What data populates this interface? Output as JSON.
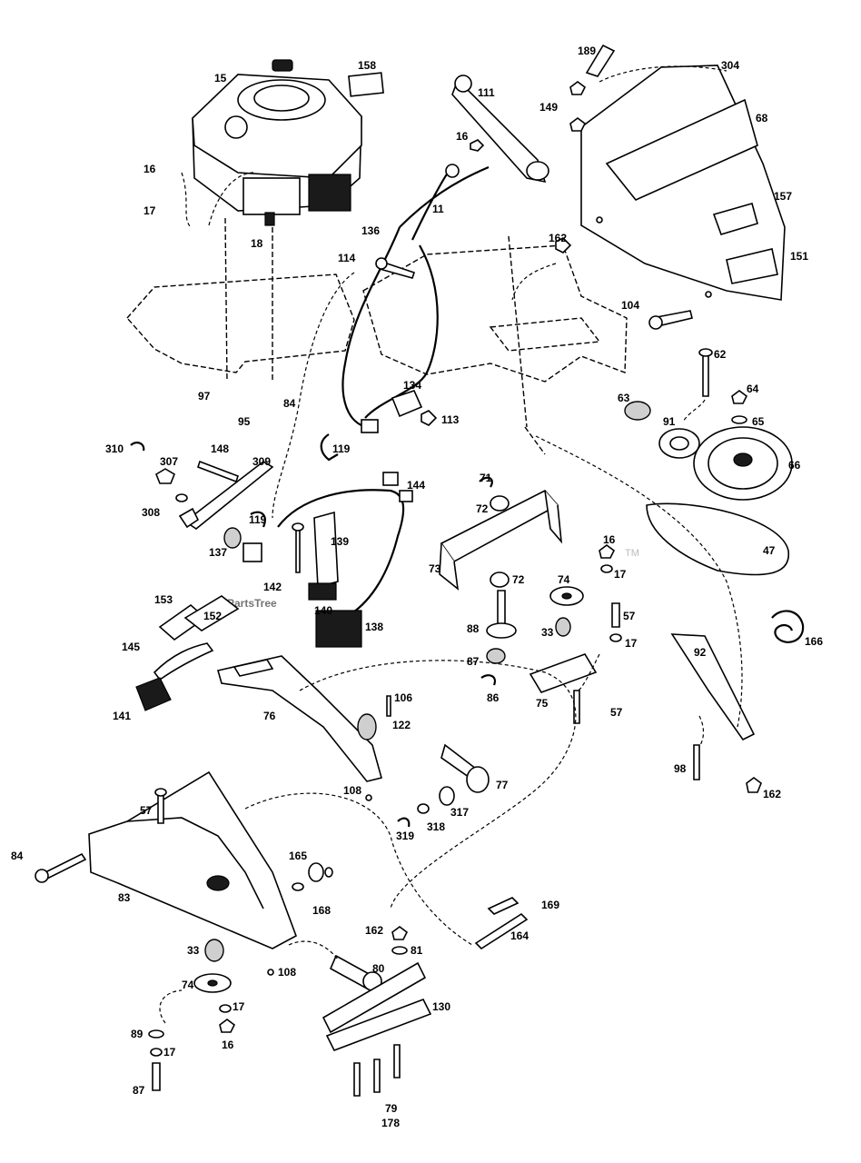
{
  "watermark": "PartsTree",
  "watermark_tm": "TM",
  "labels": {
    "l15": "15",
    "l158": "158",
    "l16a": "16",
    "l17a": "17",
    "l18": "18",
    "l97": "97",
    "l95": "95",
    "l84a": "84",
    "l111": "111",
    "l16b": "16",
    "l11": "11",
    "l136": "136",
    "l114": "114",
    "l162a": "162",
    "l134": "134",
    "l113": "113",
    "l119a": "119",
    "l189": "189",
    "l149": "149",
    "l304": "304",
    "l68": "68",
    "l157": "157",
    "l151": "151",
    "l104": "104",
    "l62": "62",
    "l63": "63",
    "l91": "91",
    "l64": "64",
    "l65": "65",
    "l66": "66",
    "l47": "47",
    "l166": "166",
    "l310": "310",
    "l307": "307",
    "l148": "148",
    "l309": "309",
    "l308": "308",
    "l119b": "119",
    "l137": "137",
    "l144": "144",
    "l142": "142",
    "l139": "139",
    "l140": "140",
    "l138": "138",
    "l153": "153",
    "l152": "152",
    "l145": "145",
    "l141": "141",
    "l71": "71",
    "l72a": "72",
    "l73": "73",
    "l72b": "72",
    "l88": "88",
    "l87a": "87",
    "l86": "86",
    "l74a": "74",
    "l33a": "33",
    "l16c": "16",
    "l17b": "17",
    "l57a": "57",
    "l17c": "17",
    "l75": "75",
    "l57b": "57",
    "l92": "92",
    "l98": "98",
    "l162b": "162",
    "l76": "76",
    "l106a": "106",
    "l122": "122",
    "l108a": "108",
    "l77": "77",
    "l317": "317",
    "l318": "318",
    "l319": "319",
    "l57c": "57",
    "l84b": "84",
    "l83": "83",
    "l165": "165",
    "l168": "168",
    "l169": "169",
    "l164": "164",
    "l162c": "162",
    "l81": "81",
    "l33b": "33",
    "l74b": "74",
    "l17d": "17",
    "l108b": "108",
    "l80": "80",
    "l130": "130",
    "l89": "89",
    "l17e": "17",
    "l87b": "87",
    "l16d": "16",
    "l79": "79",
    "l178": "178"
  }
}
